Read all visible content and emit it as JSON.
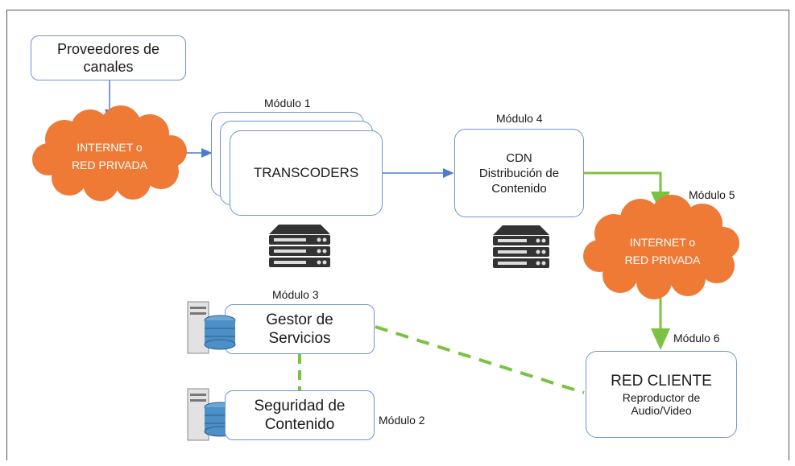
{
  "providers": {
    "line1": "Proveedores de",
    "line2": "canales"
  },
  "cloud_left": {
    "line1": "INTERNET o",
    "line2": "RED PRIVADA"
  },
  "cloud_right": {
    "line1": "INTERNET o",
    "line2": "RED PRIVADA"
  },
  "transcoders": {
    "label": "TRANSCODERS",
    "module": "Módulo 1"
  },
  "cdn": {
    "line1": "CDN",
    "line2": "Distribución de",
    "line3": "Contenido",
    "module": "Módulo 4"
  },
  "module5": "Módulo 5",
  "gestor": {
    "line1": "Gestor de",
    "line2": "Servicios",
    "module": "Módulo 3"
  },
  "seguridad": {
    "line1": "Seguridad de",
    "line2": "Contenido",
    "module": "Módulo 2"
  },
  "cliente": {
    "title": "RED CLIENTE",
    "line1": "Reproductor de",
    "line2": "Audio/Video",
    "module": "Módulo 6"
  },
  "colors": {
    "cloud": "#ee7a36",
    "box_border": "#6f94d6",
    "arrow_blue": "#4a7bd0",
    "green": "#7cc242"
  },
  "icons": [
    "server-rack-icon",
    "database-server-icon"
  ]
}
